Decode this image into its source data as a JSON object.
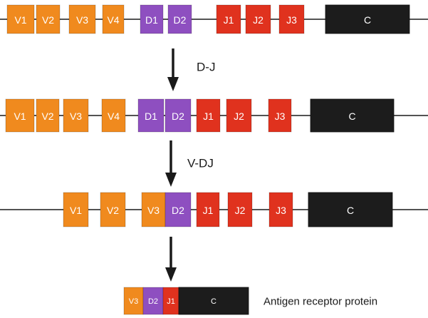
{
  "colors": {
    "V": "#f08a1e",
    "D": "#8e4fc0",
    "J": "#e0321e",
    "C": "#1c1c1c",
    "line": "#1a1a1a"
  },
  "rows": [
    {
      "segments": [
        {
          "label": "V1",
          "type": "V"
        },
        {
          "label": "V2",
          "type": "V"
        },
        {
          "label": "V3",
          "type": "V"
        },
        {
          "label": "V4",
          "type": "V"
        },
        {
          "label": "D1",
          "type": "D"
        },
        {
          "label": "D2",
          "type": "D"
        },
        {
          "label": "J1",
          "type": "J"
        },
        {
          "label": "J2",
          "type": "J"
        },
        {
          "label": "J3",
          "type": "J"
        },
        {
          "label": "C",
          "type": "C"
        }
      ]
    },
    {
      "segments": [
        {
          "label": "V1",
          "type": "V"
        },
        {
          "label": "V2",
          "type": "V"
        },
        {
          "label": "V3",
          "type": "V"
        },
        {
          "label": "V4",
          "type": "V"
        },
        {
          "label": "D1",
          "type": "D"
        },
        {
          "label": "D2",
          "type": "D"
        },
        {
          "label": "J1",
          "type": "J"
        },
        {
          "label": "J2",
          "type": "J"
        },
        {
          "label": "J3",
          "type": "J"
        },
        {
          "label": "C",
          "type": "C"
        }
      ]
    },
    {
      "segments": [
        {
          "label": "V1",
          "type": "V"
        },
        {
          "label": "V2",
          "type": "V"
        },
        {
          "label": "V3",
          "type": "V"
        },
        {
          "label": "D2",
          "type": "D"
        },
        {
          "label": "J1",
          "type": "J"
        },
        {
          "label": "J2",
          "type": "J"
        },
        {
          "label": "J3",
          "type": "J"
        },
        {
          "label": "C",
          "type": "C"
        }
      ]
    },
    {
      "segments": [
        {
          "label": "V3",
          "type": "V"
        },
        {
          "label": "D2",
          "type": "D"
        },
        {
          "label": "J1",
          "type": "J"
        },
        {
          "label": "C",
          "type": "C"
        }
      ]
    }
  ],
  "steps": [
    {
      "label": "D-J"
    },
    {
      "label": "V-DJ"
    },
    {
      "label": ""
    }
  ],
  "caption": "Antigen receptor protein"
}
